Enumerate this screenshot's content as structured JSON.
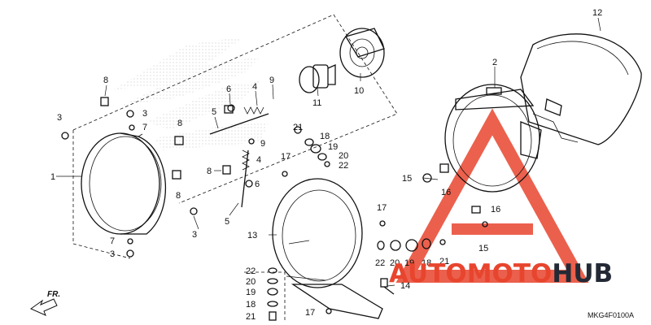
{
  "diagram": {
    "code": "MKG4F0100A",
    "direction_label": "FR.",
    "watermark": {
      "part_a": "AUTOMOTO",
      "part_b": "HUB",
      "color_accent": "#e8452e",
      "color_dark": "#242a35"
    },
    "callouts": [
      {
        "id": "c12",
        "n": "12"
      },
      {
        "id": "c2",
        "n": "2"
      },
      {
        "id": "c8a",
        "n": "8"
      },
      {
        "id": "c6a",
        "n": "6"
      },
      {
        "id": "c4a",
        "n": "4"
      },
      {
        "id": "c9a",
        "n": "9"
      },
      {
        "id": "c10",
        "n": "10"
      },
      {
        "id": "c11",
        "n": "11"
      },
      {
        "id": "c3a",
        "n": "3"
      },
      {
        "id": "c3b",
        "n": "3"
      },
      {
        "id": "c7a",
        "n": "7"
      },
      {
        "id": "c5a",
        "n": "5"
      },
      {
        "id": "c8b",
        "n": "8"
      },
      {
        "id": "c21a",
        "n": "21"
      },
      {
        "id": "c18a",
        "n": "18"
      },
      {
        "id": "c19a",
        "n": "19"
      },
      {
        "id": "c20a",
        "n": "20"
      },
      {
        "id": "c22a",
        "n": "22"
      },
      {
        "id": "c9b",
        "n": "9"
      },
      {
        "id": "c4b",
        "n": "4"
      },
      {
        "id": "c1",
        "n": "1"
      },
      {
        "id": "c17a",
        "n": "17"
      },
      {
        "id": "c8c",
        "n": "8"
      },
      {
        "id": "c6b",
        "n": "6"
      },
      {
        "id": "c8d",
        "n": "8"
      },
      {
        "id": "c15a",
        "n": "15"
      },
      {
        "id": "c16a",
        "n": "16"
      },
      {
        "id": "c5b",
        "n": "5"
      },
      {
        "id": "c3c",
        "n": "3"
      },
      {
        "id": "c17b",
        "n": "17"
      },
      {
        "id": "c16b",
        "n": "16"
      },
      {
        "id": "c13",
        "n": "13"
      },
      {
        "id": "c7b",
        "n": "7"
      },
      {
        "id": "c3d",
        "n": "3"
      },
      {
        "id": "c15b",
        "n": "15"
      },
      {
        "id": "c22b",
        "n": "22"
      },
      {
        "id": "c20b",
        "n": "20"
      },
      {
        "id": "c19b",
        "n": "19"
      },
      {
        "id": "c18b",
        "n": "18"
      },
      {
        "id": "c21b",
        "n": "21"
      },
      {
        "id": "c14",
        "n": "14"
      },
      {
        "id": "c22c",
        "n": "22"
      },
      {
        "id": "c20c",
        "n": "20"
      },
      {
        "id": "c19c",
        "n": "19"
      },
      {
        "id": "c18c",
        "n": "18"
      },
      {
        "id": "c21c",
        "n": "21"
      },
      {
        "id": "c17c",
        "n": "17"
      }
    ]
  }
}
